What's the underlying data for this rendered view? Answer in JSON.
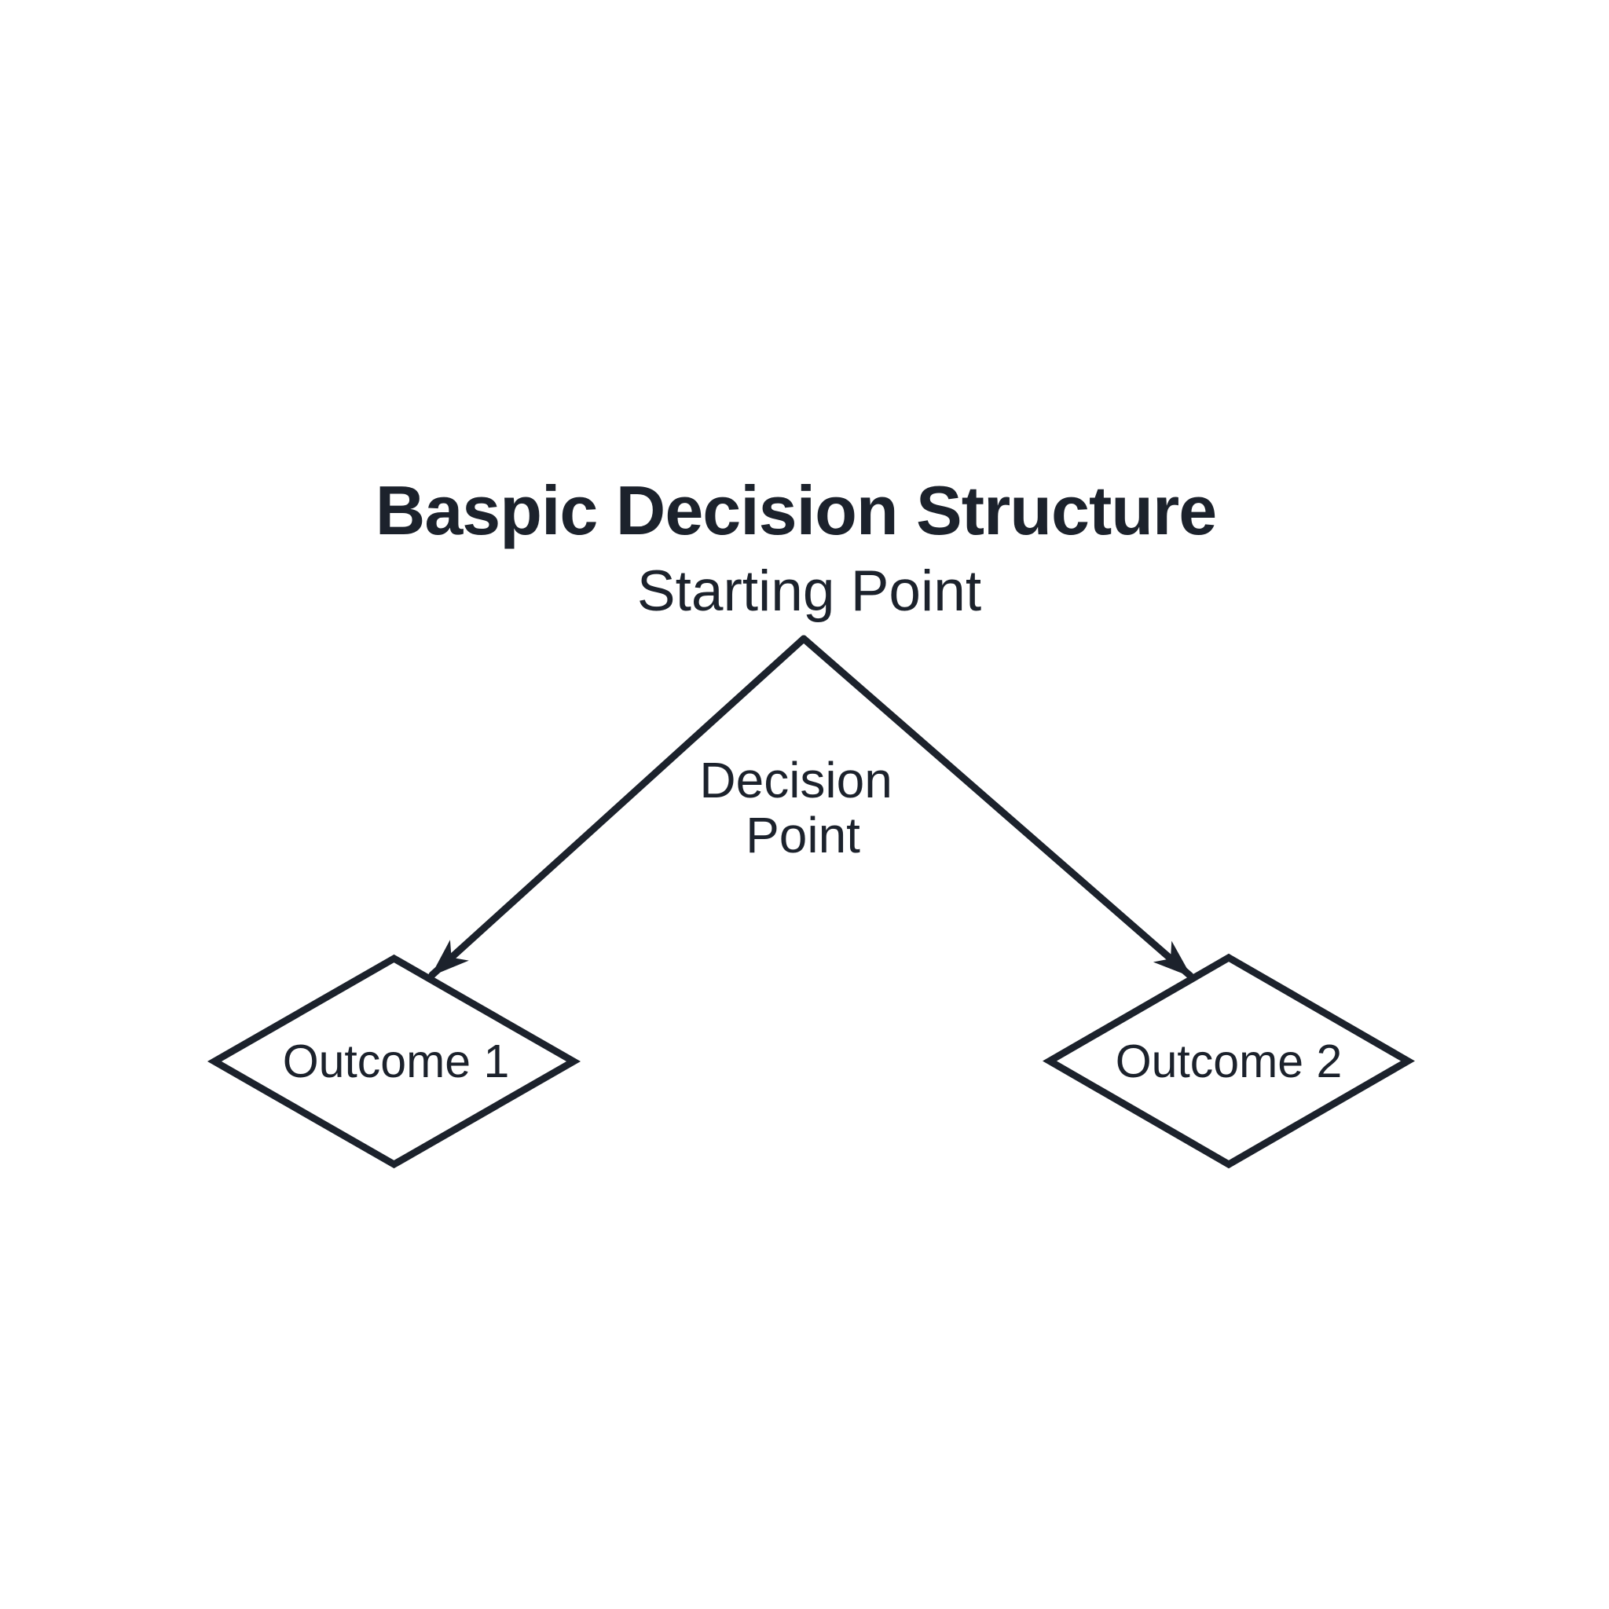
{
  "diagram": {
    "title": "Baspic Decision Structure",
    "subtitle": "Starting Point",
    "decision_point": {
      "line1": "Decision",
      "line2": "Point"
    },
    "outcomes": [
      {
        "label": "Outcome 1"
      },
      {
        "label": "Outcome 2"
      }
    ],
    "colors": {
      "ink": "#1c222c",
      "background": "#ffffff"
    }
  }
}
